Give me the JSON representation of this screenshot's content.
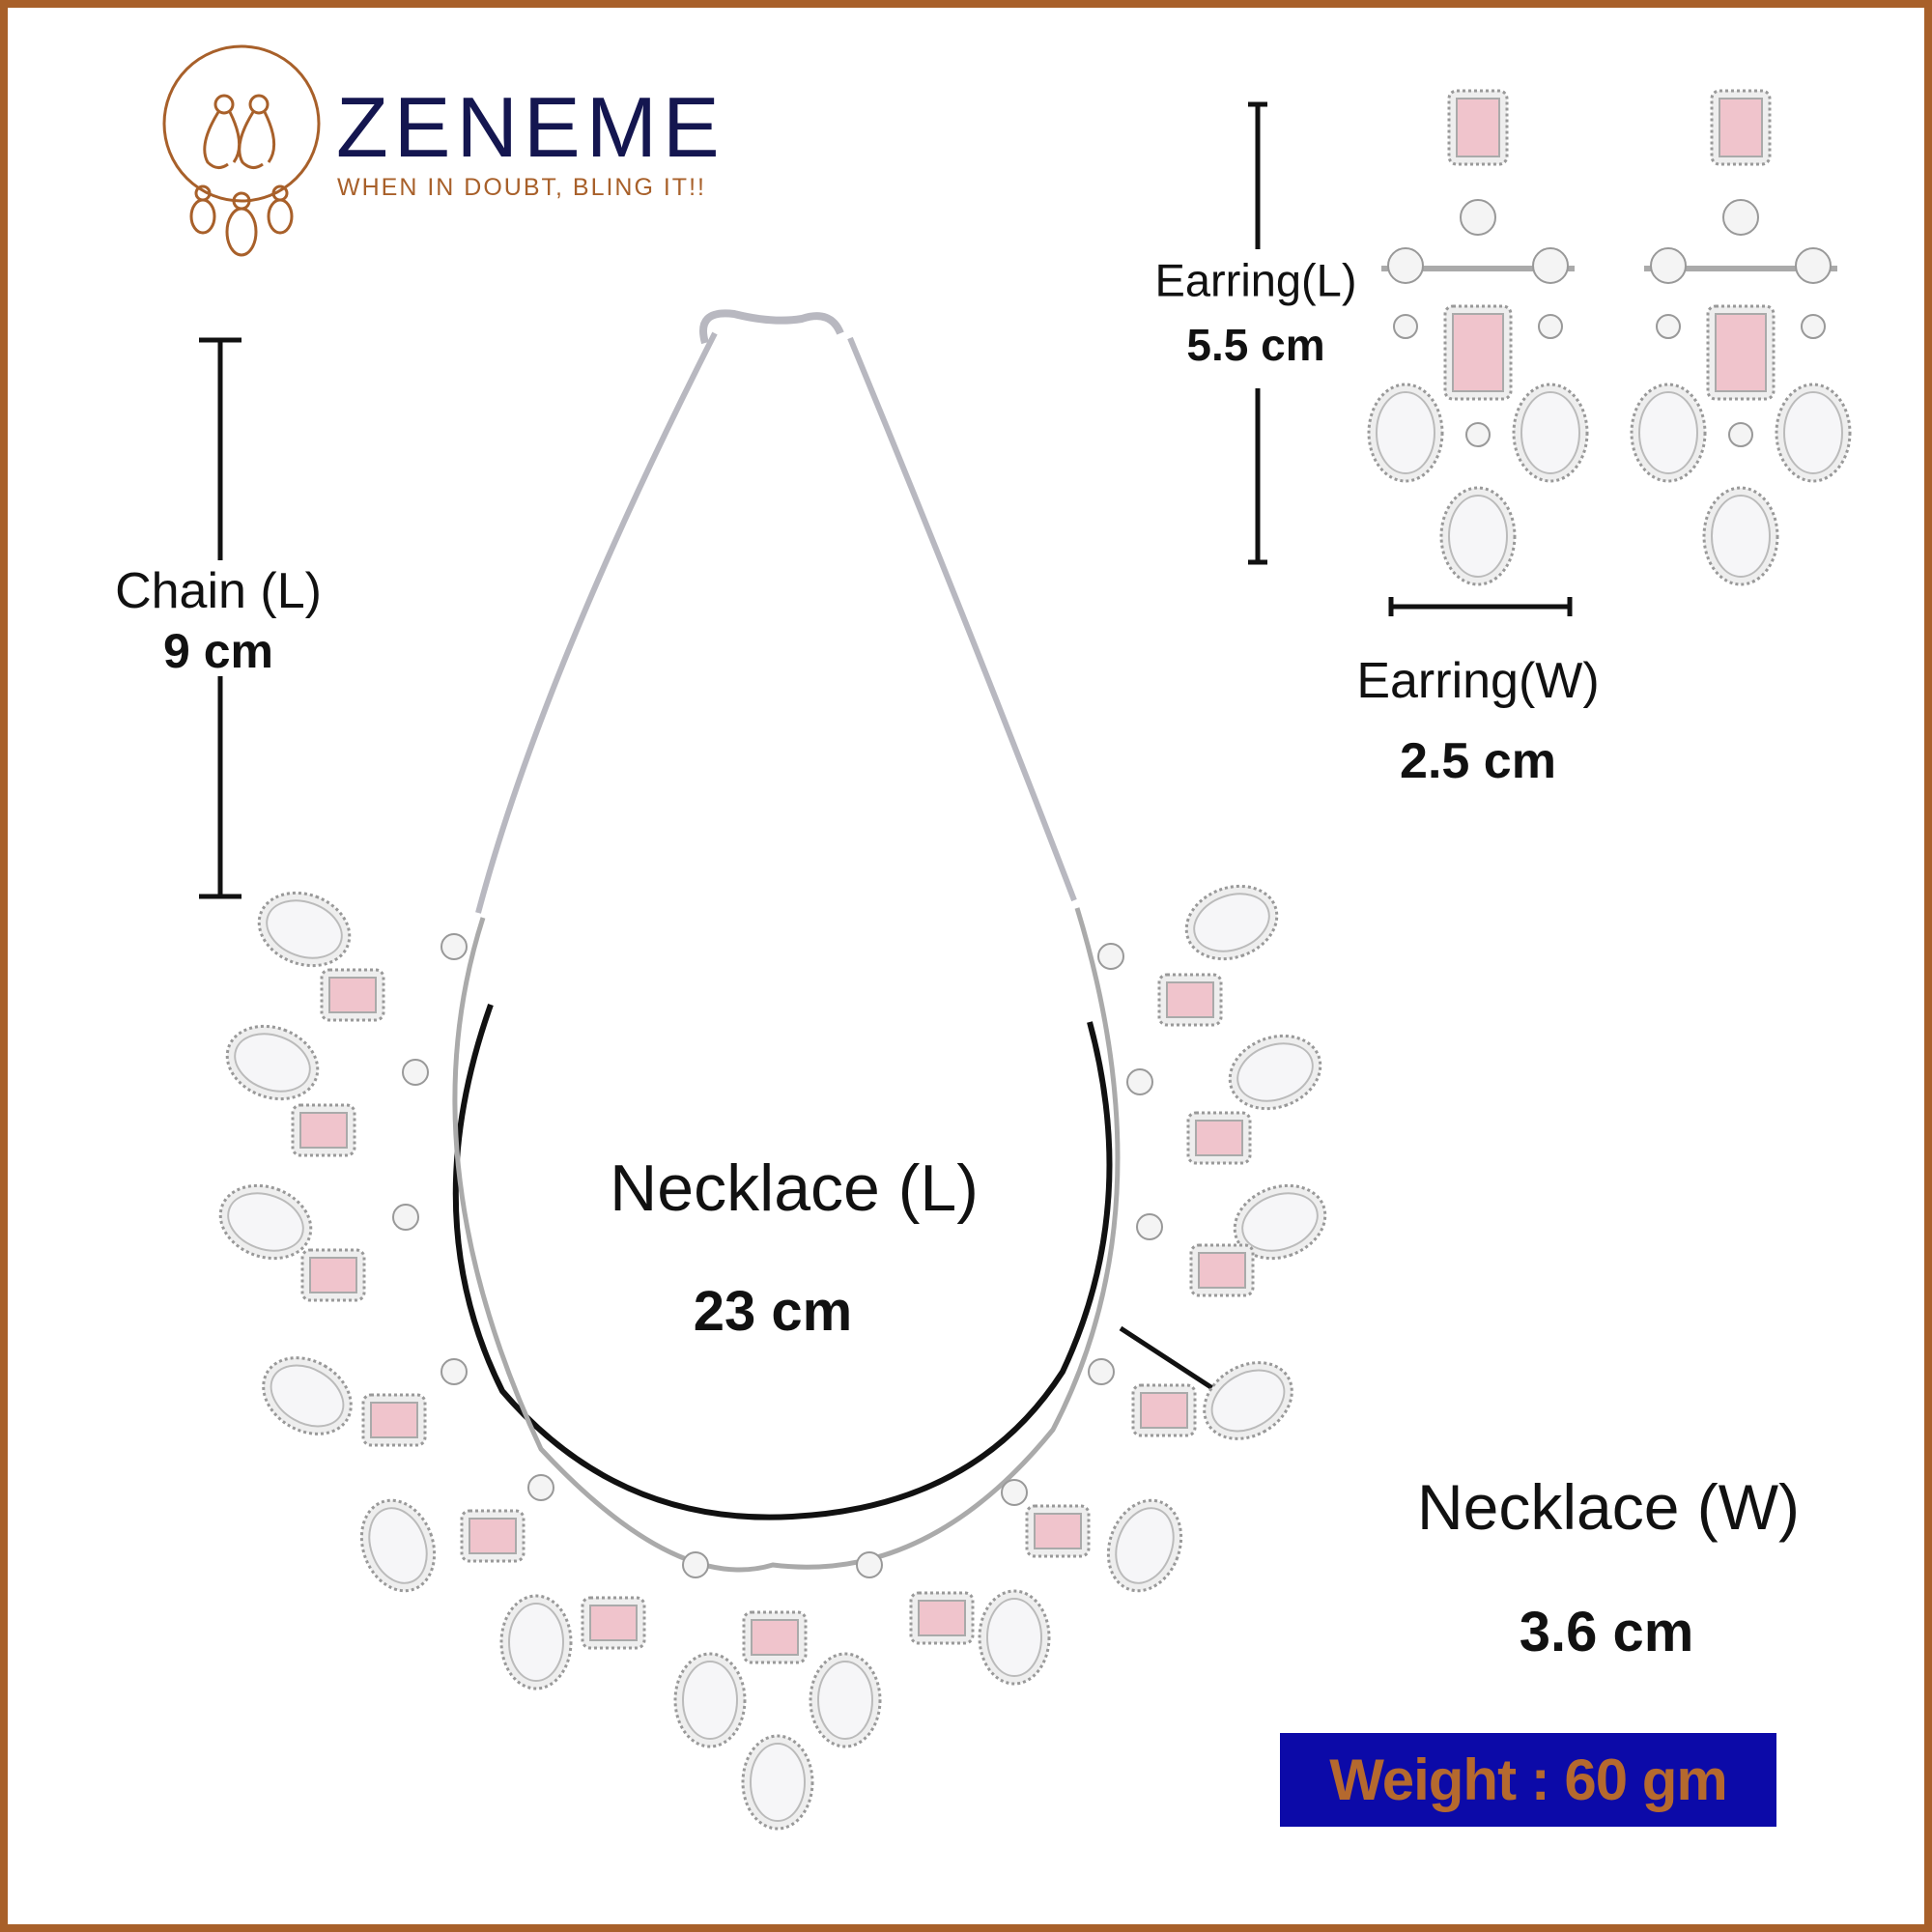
{
  "brand": {
    "name": "ZENEME",
    "tagline": "WHEN IN DOUBT, BLING IT!!",
    "logo_icon": "earrings-necklace-circle-icon"
  },
  "measurements": {
    "chain": {
      "label": "Chain (L)",
      "value": "9 cm"
    },
    "earring_length": {
      "label": "Earring(L)",
      "value": "5.5 cm"
    },
    "earring_width": {
      "label": "Earring(W)",
      "value": "2.5 cm"
    },
    "necklace_length": {
      "label": "Necklace (L)",
      "value": "23 cm"
    },
    "necklace_width": {
      "label": "Necklace (W)",
      "value": "3.6 cm"
    }
  },
  "weight": "Weight : 60 gm",
  "colors": {
    "border": "#a8602a",
    "brand_navy": "#141650",
    "weight_bg": "#0c0aa8",
    "weight_text": "#b5692e",
    "stone_pink": "#f0c4cc"
  }
}
